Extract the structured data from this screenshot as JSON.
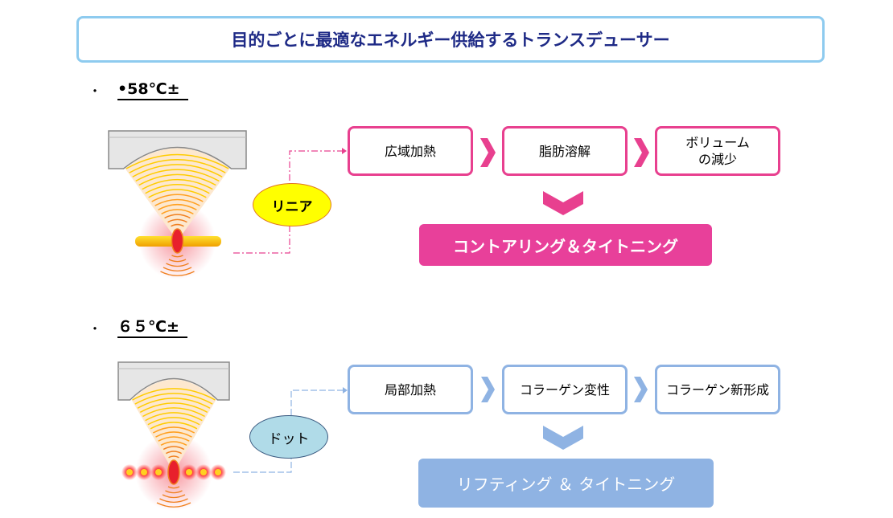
{
  "title": "目的ごとに最適なエネルギー供給するトランスデューサー",
  "sections": [
    {
      "bullet": "・",
      "heading": "•58℃±",
      "mode": "リニア",
      "steps": [
        "広域加熱",
        "脂肪溶解",
        "ボリュームの減少"
      ],
      "result": "コントアリング＆タイトニング",
      "accent": "#e8408f",
      "result_color": "#e8409a",
      "oval_fill": "#ffff00",
      "oval_border": "#e07820"
    },
    {
      "bullet": "・",
      "heading": "６５℃±",
      "mode": "ドット",
      "steps": [
        "局部加熱",
        "コラーゲン変性",
        "コラーゲン新形成"
      ],
      "result": "リフティング ＆ タイトニング",
      "accent": "#8fb3e3",
      "result_color": "#8fb3e3",
      "oval_fill": "#b0dbe8",
      "oval_border": "#3a5a80"
    }
  ]
}
